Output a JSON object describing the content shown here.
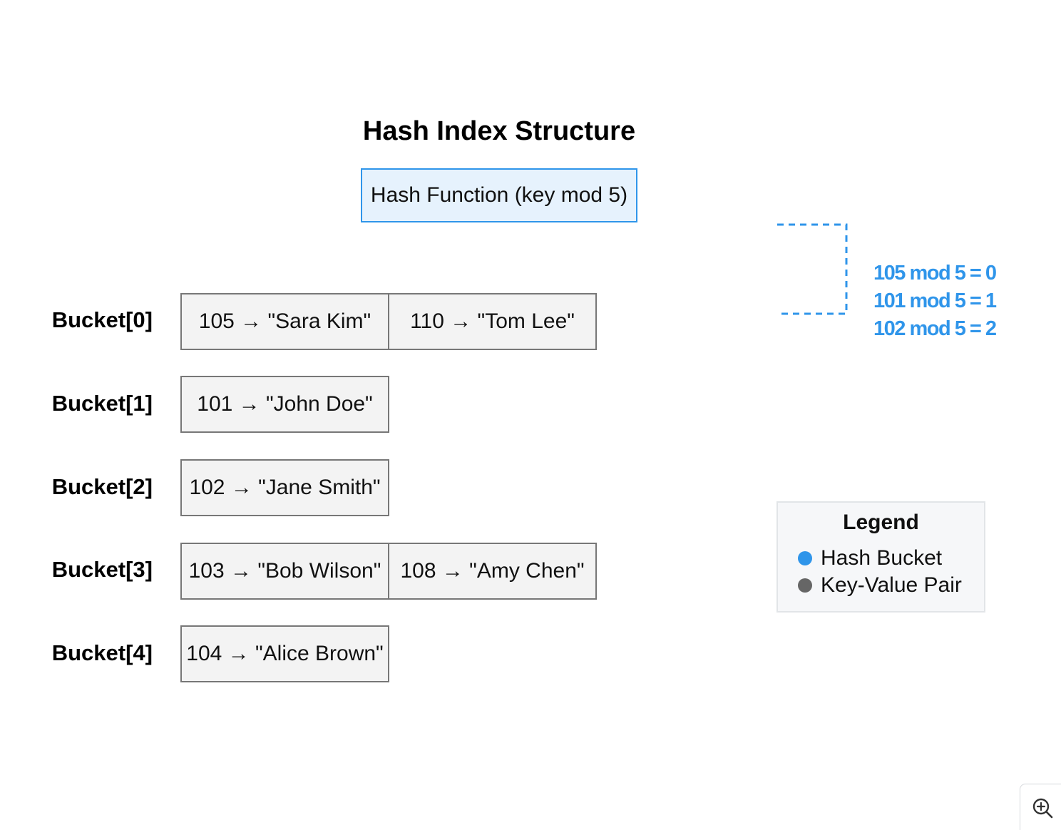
{
  "title": "Hash Index Structure",
  "hash_function": {
    "label": "Hash Function (key mod 5)"
  },
  "buckets": [
    {
      "label": "Bucket[0]",
      "entries": [
        "105 → \"Sara Kim\"",
        "110 → \"Tom Lee\""
      ]
    },
    {
      "label": "Bucket[1]",
      "entries": [
        "101 → \"John Doe\""
      ]
    },
    {
      "label": "Bucket[2]",
      "entries": [
        "102 → \"Jane Smith\""
      ]
    },
    {
      "label": "Bucket[3]",
      "entries": [
        "103 → \"Bob Wilson\"",
        "108 → \"Amy Chen\""
      ]
    },
    {
      "label": "Bucket[4]",
      "entries": [
        "104 → \"Alice Brown\""
      ]
    }
  ],
  "calculations": [
    "105 mod 5 = 0",
    "101 mod 5 = 1",
    "102 mod 5 = 2"
  ],
  "legend": {
    "title": "Legend",
    "items": [
      {
        "label": "Hash Bucket",
        "color": "#2f95ea"
      },
      {
        "label": "Key-Value Pair",
        "color": "#666666"
      }
    ]
  },
  "colors": {
    "accent": "#2f95ea",
    "hash_fill": "#e6f2fd",
    "kv_fill": "#f3f3f3",
    "kv_border": "#777777"
  },
  "zoom_button": {
    "icon": "zoom-in-icon"
  }
}
